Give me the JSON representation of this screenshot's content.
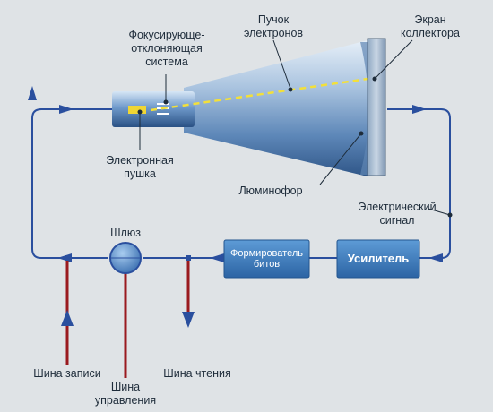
{
  "labels": {
    "focus_line1": "Фокусирующе-",
    "focus_line2": "отклоняющая",
    "focus_line3": "система",
    "beam_line1": "Пучок",
    "beam_line2": "электронов",
    "screen_line1": "Экран",
    "screen_line2": "коллектора",
    "gun_line1": "Электронная",
    "gun_line2": "пушка",
    "phosphor": "Люминофор",
    "signal_line1": "Электрический",
    "signal_line2": "сигнал",
    "gate": "Шлюз",
    "shaper_line1": "Формирователь",
    "shaper_line2": "битов",
    "amplifier": "Усилитель",
    "write_bus": "Шина записи",
    "control_line1": "Шина",
    "control_line2": "управления",
    "read_bus": "Шина чтения"
  },
  "colors": {
    "background": "#dfe3e6",
    "loop_line": "#2a4f9e",
    "bus_line": "#9a1a1f",
    "beam_dots": "#f3e03a",
    "box_fill": "#3e7fc0"
  }
}
